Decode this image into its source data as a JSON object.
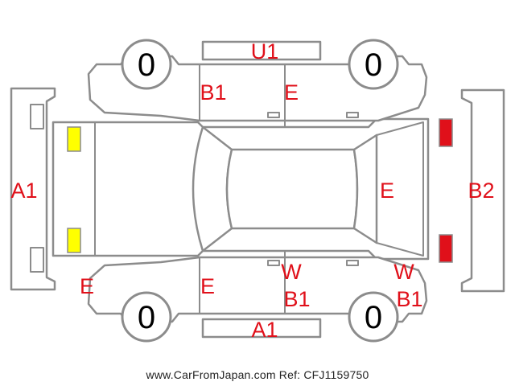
{
  "colors": {
    "outline": "#8c8c8c",
    "damage_code": "#e0101a",
    "front_lamp": "#ffff00",
    "rear_lamp": "#e0101a"
  },
  "tires": {
    "front_left": "0",
    "front_right": "0",
    "rear_left": "0",
    "rear_right": "0"
  },
  "damage_codes": {
    "top_panel": "U1",
    "front_bumper": "A1",
    "rear_bumper": "B2",
    "upper_front_door": "B1",
    "upper_rear_door": "E",
    "rear_glass": "E",
    "lower_front_corner": "E",
    "lower_front_door": "E",
    "lower_rear_door_w": "W",
    "lower_rear_door_b": "B1",
    "lower_rear_corner_w": "W",
    "lower_rear_corner_b": "B1",
    "bottom_panel": "A1"
  },
  "watermark": "www.CarFromJapan.com Ref: CFJ1159750"
}
